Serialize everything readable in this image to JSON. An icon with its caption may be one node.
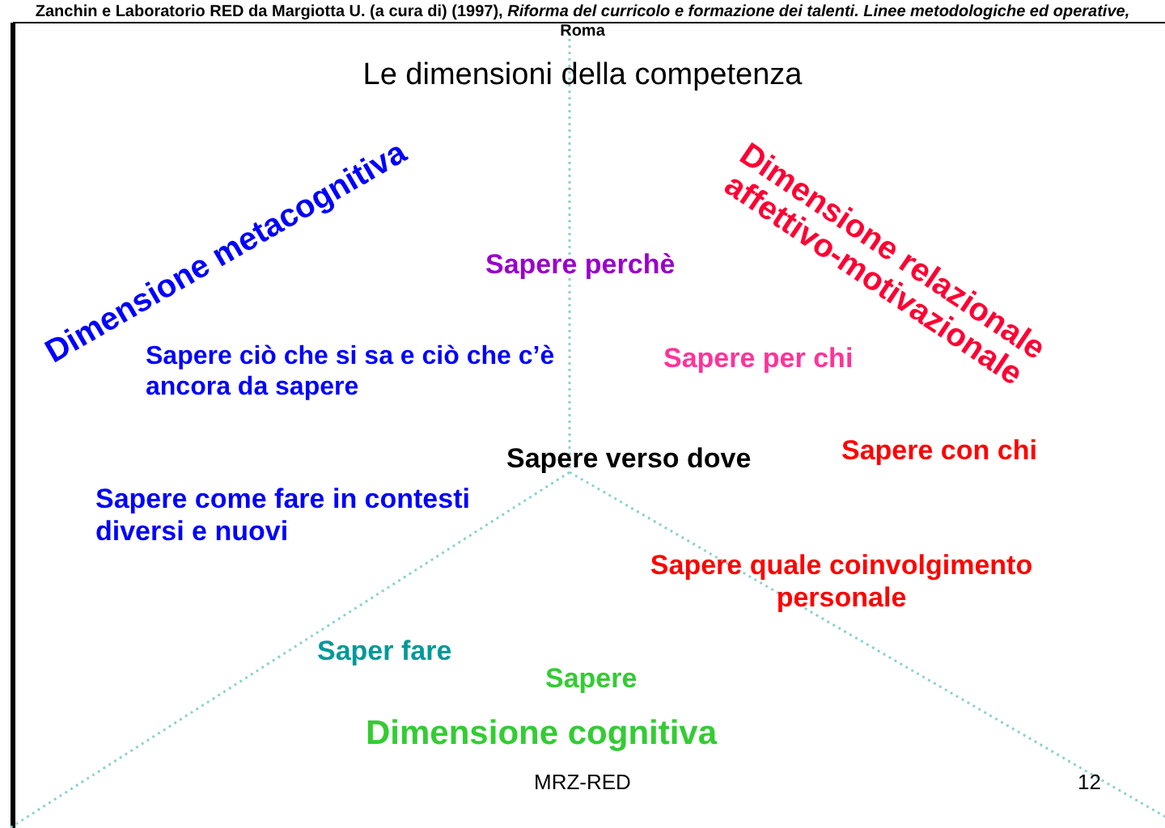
{
  "diagram": {
    "title": "Le dimensioni della competenza",
    "labels": [
      "Zanchin e Laboratorio RED da Margiotta U. (a cura di) (1997), *Riforma del curricolo e formazione dei talenti. Linee metodologiche ed operative,* Roma",
      "Dimensione metacognitiva",
      "Dimensione relazionale affettivo-motivazionale",
      "Sapere perchè",
      "Sapere ciò che si sa e ciò che c’è ancora da sapere",
      "Sapere per chi",
      "Sapere con chi",
      "Sapere verso dove",
      "Sapere come fare in contesti diversi e nuovi",
      "Sapere quale coinvolgimento personale",
      "Saper fare",
      "Sapere",
      "Dimensione cognitiva",
      "MRZ-RED",
      "12"
    ]
  }
}
